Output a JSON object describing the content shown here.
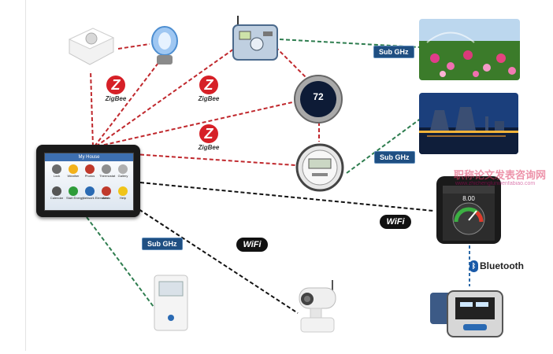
{
  "hub": {
    "screen_title": "My House",
    "apps": [
      {
        "label": "Lock",
        "color": "#6b6b6b"
      },
      {
        "label": "Weather",
        "color": "#f3b21b"
      },
      {
        "label": "Photos",
        "color": "#c0392b"
      },
      {
        "label": "Thermostat",
        "color": "#8e8e8e"
      },
      {
        "label": "Gallery",
        "color": "#b0b0b0"
      },
      {
        "label": "Calendar",
        "color": "#555555"
      },
      {
        "label": "Start Energy",
        "color": "#2e9c3a"
      },
      {
        "label": "Network Elements",
        "color": "#2a6ab3"
      },
      {
        "label": "Alerts",
        "color": "#c0392b"
      },
      {
        "label": "Help",
        "color": "#f0c419"
      }
    ]
  },
  "labels": {
    "subghz_top": "Sub GHz",
    "subghz_mid": "Sub GHz",
    "subghz_bottom": "Sub GHz",
    "zigbee_text": "ZigBee",
    "wifi_text": "WiFi",
    "bluetooth_text": "Bluetooth"
  },
  "devices": {
    "thermostat_reading": "72",
    "phone_reading": "8.00"
  },
  "watermark": {
    "title": "职称论文发表咨询网",
    "url": "www.zhichenglunwenfabiao.com"
  },
  "colors": {
    "zigbee_link": "#c0282d",
    "subghz_link": "#2e7d4f",
    "wifi_link": "#111111",
    "bluetooth_link": "#2d6aa8"
  }
}
